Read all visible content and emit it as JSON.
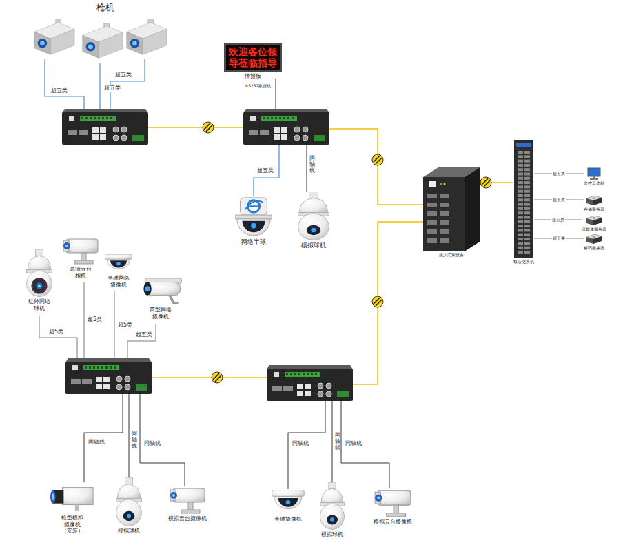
{
  "diagram": {
    "nodes": [
      {
        "text": [
          "欢迎各位领导莅临指导",
          "情报板"
        ]
      },
      {
        "text": [
          "网络半球"
        ]
      },
      {
        "text": [
          "模拟球机"
        ]
      },
      {
        "text": [
          "接入汇聚设备"
        ]
      },
      {
        "text": [
          "核心交换机"
        ]
      },
      {
        "text": [
          "监控工作站"
        ]
      },
      {
        "text": [
          "存储服务器"
        ]
      },
      {
        "text": [
          "流媒体服务器"
        ]
      },
      {
        "text": [
          "解码服务器"
        ]
      },
      {
        "text": [
          "红外网络球机"
        ]
      },
      {
        "text": [
          "高清云台相机"
        ]
      },
      {
        "text": [
          "半球网络摄像机"
        ]
      },
      {
        "text": [
          "筒型网络摄像机"
        ]
      },
      {
        "text": [
          "枪型模拟摄像机（安装）"
        ]
      },
      {
        "text": [
          "模拟球机"
        ]
      },
      {
        "text": [
          "模拟云台摄像机"
        ]
      },
      {
        "text": [
          "半球摄像机"
        ]
      },
      {
        "text": [
          "模拟球机"
        ]
      },
      {
        "text": [
          "模拟云台摄像机"
        ]
      }
    ],
    "edges": [
      {
        "from": 3,
        "to": 4,
        "arrow": "none"
      },
      {
        "from": 4,
        "to": 5,
        "label": "超五类",
        "arrow": "none"
      },
      {
        "from": 4,
        "to": 6,
        "label": "超五类",
        "arrow": "none"
      },
      {
        "from": 4,
        "to": 7,
        "label": "超五类",
        "arrow": "none"
      },
      {
        "from": 4,
        "to": 8,
        "label": "超五类",
        "arrow": "none"
      }
    ],
    "labels": [
      "枪机",
      "超五类",
      "超五类",
      "超五类",
      "RS232数据线",
      "超五类",
      "同轴线",
      "超5类",
      "超5类",
      "超5类",
      "超五类",
      "同轴线",
      "同轴线",
      "同轴线",
      "同轴线",
      "同轴线",
      "同轴线"
    ]
  }
}
